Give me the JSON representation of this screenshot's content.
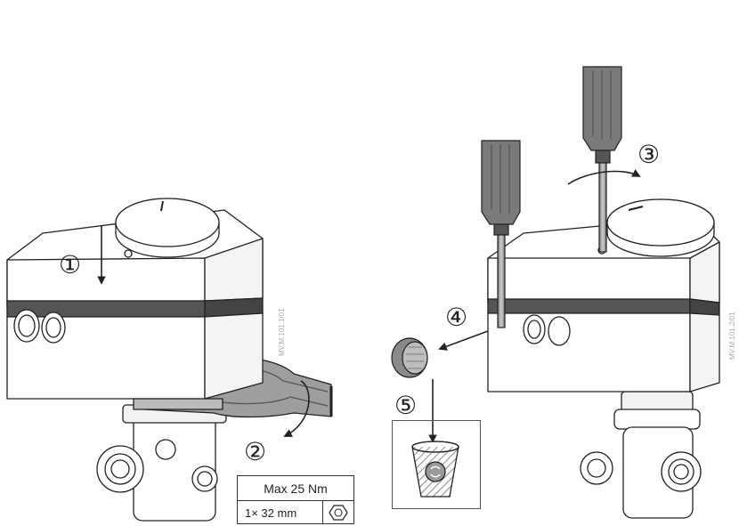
{
  "step_labels": {
    "s1": "①",
    "s2": "②",
    "s3": "③",
    "s4": "④",
    "s5": "⑤"
  },
  "figure_codes": {
    "left": "MV.M.101.1/01",
    "right": "MV.M.101.2/01"
  },
  "spec_table": {
    "torque": "Max 25 Nm",
    "wrench": "1× 32 mm"
  }
}
